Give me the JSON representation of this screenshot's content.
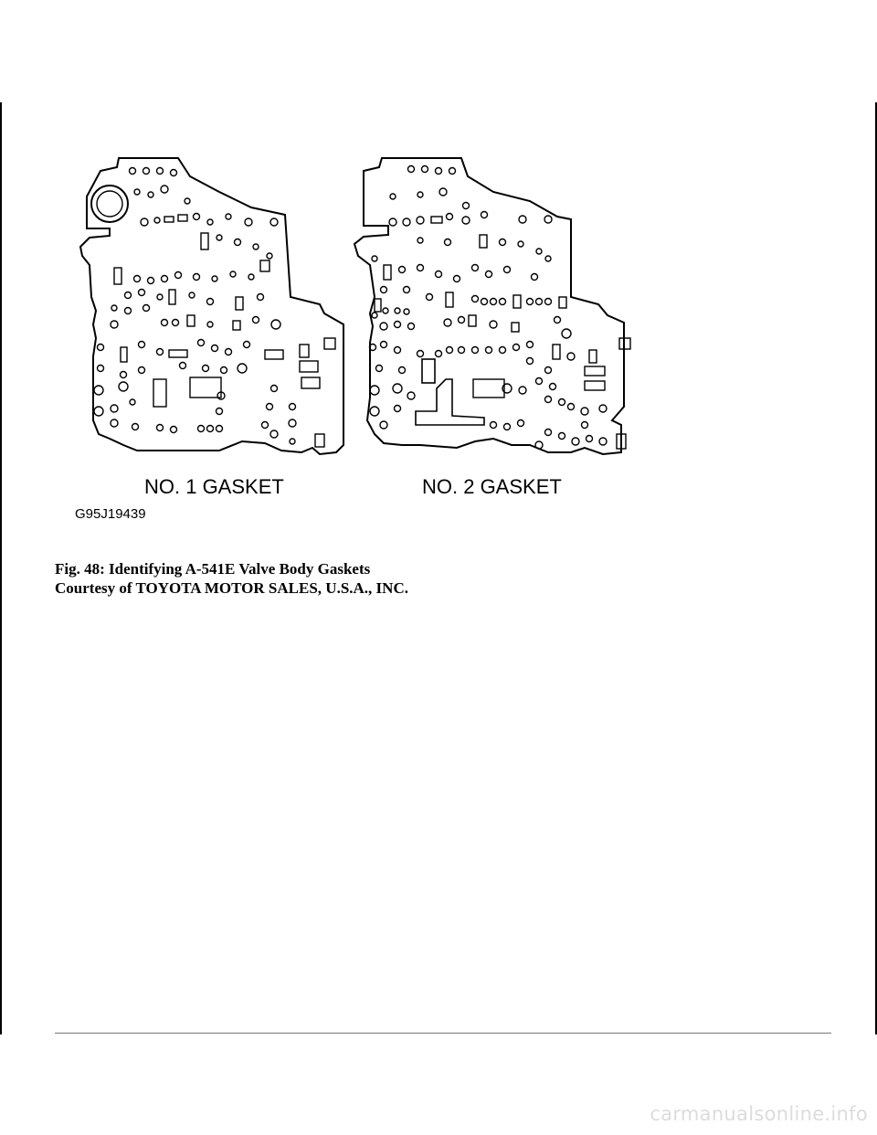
{
  "figure": {
    "gaskets": [
      {
        "label": "NO. 1 GASKET"
      },
      {
        "label": "NO. 2 GASKET"
      }
    ],
    "reference_code": "G95J19439"
  },
  "caption": {
    "line1": "Fig. 48: Identifying A-541E Valve Body Gaskets",
    "line2": "Courtesy of TOYOTA MOTOR SALES, U.S.A., INC."
  },
  "watermark": "carmanualsonline.info"
}
